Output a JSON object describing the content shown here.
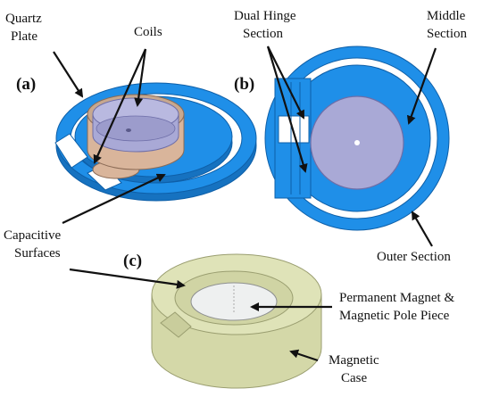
{
  "panels": {
    "a": {
      "tag": "(a)"
    },
    "b": {
      "tag": "(b)"
    },
    "c": {
      "tag": "(c)"
    }
  },
  "labels": {
    "quartz_plate_1": "Quartz",
    "quartz_plate_2": "Plate",
    "coils": "Coils",
    "dual_hinge_1": "Dual Hinge",
    "dual_hinge_2": "Section",
    "middle_1": "Middle",
    "middle_2": "Section",
    "outer_section": "Outer Section",
    "capacitive_1": "Capacitive",
    "capacitive_2": "Surfaces",
    "magnet_1": "Permanent Magnet &",
    "magnet_2": "Magnetic Pole Piece",
    "case_1": "Magnetic",
    "case_2": "Case"
  },
  "colors": {
    "quartz_blue": "#1f8fe8",
    "coil_copper": "#d9b59b",
    "coil_purple": "#a9a9d6",
    "case_olive": "#dfe3b8",
    "magnet_white": "#eef0f0"
  }
}
